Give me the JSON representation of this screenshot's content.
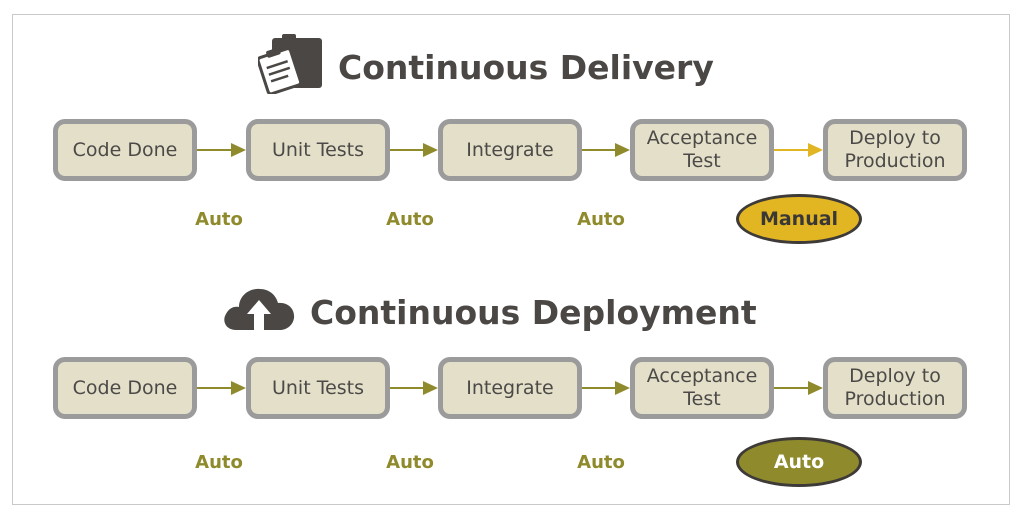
{
  "delivery": {
    "title": "Continuous Delivery",
    "icon": "clipboard-icon",
    "steps": [
      "Code Done",
      "Unit Tests",
      "Integrate",
      "Acceptance Test",
      "Deploy to Production"
    ],
    "labels": [
      "Auto",
      "Auto",
      "Auto"
    ],
    "final_label": "Manual",
    "final_color": "#e2b523"
  },
  "deployment": {
    "title": "Continuous Deployment",
    "icon": "cloud-upload-icon",
    "steps": [
      "Code Done",
      "Unit Tests",
      "Integrate",
      "Acceptance Test",
      "Deploy to Production"
    ],
    "labels": [
      "Auto",
      "Auto",
      "Auto"
    ],
    "final_label": "Auto",
    "final_color": "#8f8a2c"
  },
  "colors": {
    "box_fill": "#e4dfc8",
    "box_border": "#9b9b9b",
    "arrow": "#8f8a2c",
    "arrow_light": "#e2b523",
    "auto_text": "#8f8a2c",
    "title_text": "#4a4745"
  }
}
